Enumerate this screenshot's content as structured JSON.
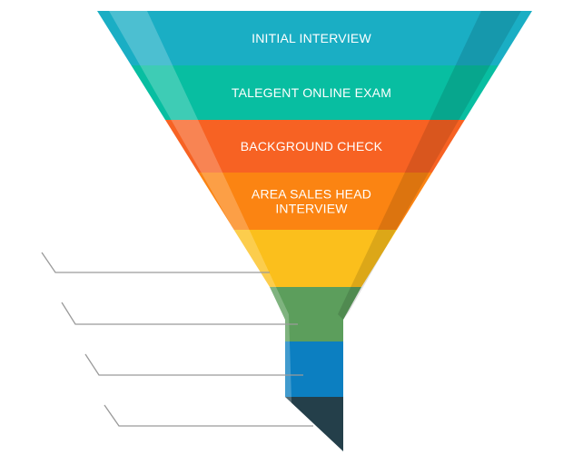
{
  "funnel": {
    "stages": [
      {
        "id": "initial-interview",
        "lines": [
          "INITIAL INTERVIEW"
        ],
        "color": "#1aaec4"
      },
      {
        "id": "talegent-online-exam",
        "lines": [
          "TALEGENT ONLINE EXAM"
        ],
        "color": "#08bea1"
      },
      {
        "id": "background-check",
        "lines": [
          "BACKGROUND CHECK"
        ],
        "color": "#f76223"
      },
      {
        "id": "area-sales-head-interview",
        "lines": [
          "AREA SALES HEAD",
          "INTERVIEW"
        ],
        "color": "#fb8412"
      },
      {
        "id": "stage-5",
        "lines": [],
        "color": "#fbbf1c"
      },
      {
        "id": "stage-6",
        "lines": [],
        "color": "#5c9e5c"
      },
      {
        "id": "stage-7",
        "lines": [],
        "color": "#0c7fc1"
      },
      {
        "id": "stage-8",
        "lines": [],
        "color": "#243f4a"
      }
    ],
    "callout_color": "#9a9a9a"
  }
}
